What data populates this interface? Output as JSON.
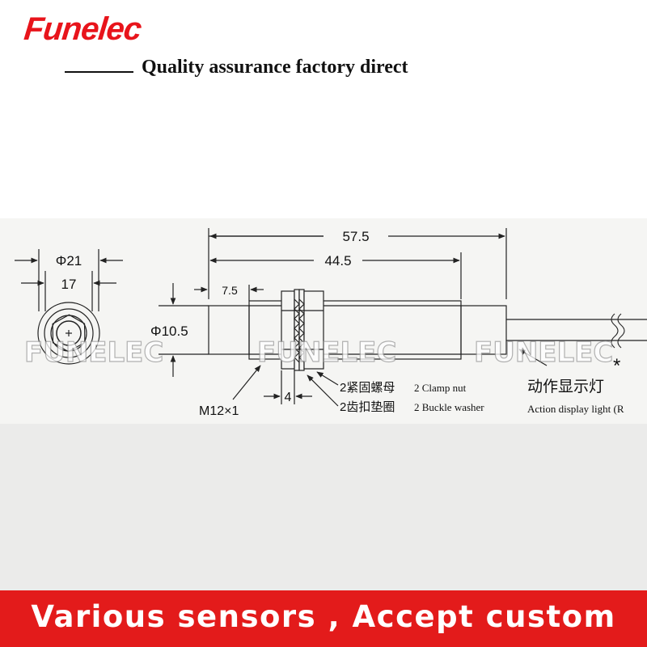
{
  "brand": {
    "logo": "Funelec",
    "tagline": "Quality assurance factory direct",
    "watermark": "FUNELEC",
    "accent_color": "#e31b1b"
  },
  "drawing": {
    "dimensions": {
      "hex_outer": "Φ21",
      "hex_inner": "17",
      "overall_length": "57.5",
      "thread_length": "44.5",
      "rear_section": "7.5",
      "body_diameter": "Φ10.5",
      "thread_spec": "M12×1",
      "nut_width": "4"
    },
    "callouts": {
      "clamp_nut_cn": "2紧固螺母",
      "clamp_nut_en": "2 Clamp nut",
      "washer_cn": "2齿扣垫圈",
      "washer_en": "2 Buckle washer",
      "light_cn": "动作显示灯",
      "light_en": "Action display light (R",
      "asterisk": "*"
    }
  },
  "footer": {
    "text": "Various  sensors  ,  Accept  custom"
  }
}
